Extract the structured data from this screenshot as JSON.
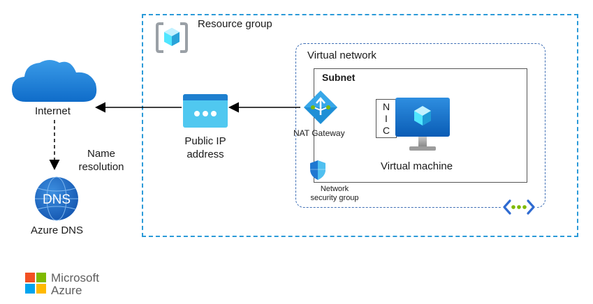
{
  "colors": {
    "resource_group_border": "#2b9ad8",
    "vnet_border": "#3f6fb5",
    "azure_blue": "#0078d4",
    "light_blue": "#50e6ff",
    "arrow": "#000000"
  },
  "icons": {
    "internet": "cloud-icon",
    "dns": "dns-globe-icon",
    "public_ip": "public-ip-icon",
    "nat_gateway": "nat-gateway-icon",
    "vm": "virtual-machine-icon",
    "nsg": "shield-icon",
    "resource_group": "resource-group-icon",
    "vnet": "virtual-network-icon"
  },
  "labels": {
    "resource_group": "Resource group",
    "virtual_network": "Virtual network",
    "subnet": "Subnet",
    "internet": "Internet",
    "name_resolution_line1": "Name",
    "name_resolution_line2": "resolution",
    "azure_dns": "Azure DNS",
    "dns_icon_text": "DNS",
    "public_ip_line1": "Public IP",
    "public_ip_line2": "address",
    "nat_gateway": "NAT Gateway",
    "nic_n": "N",
    "nic_i": "I",
    "nic_c": "C",
    "virtual_machine": "Virtual machine",
    "nsg_line1": "Network",
    "nsg_line2": "security group",
    "microsoft": "Microsoft",
    "azure": "Azure"
  }
}
